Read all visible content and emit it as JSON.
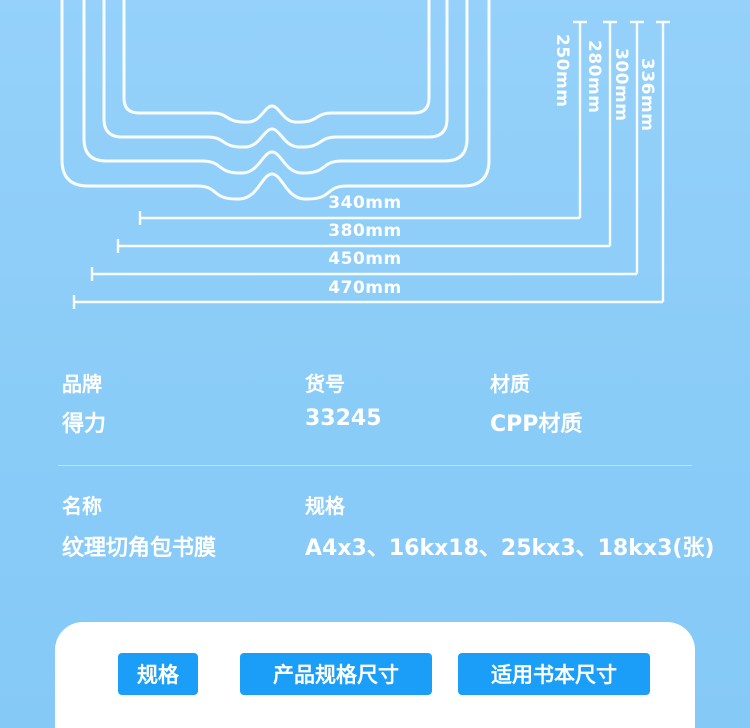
{
  "diagram": {
    "height_labels": [
      "250mm",
      "280mm",
      "300mm",
      "336mm"
    ],
    "width_labels": [
      "340mm",
      "380mm",
      "450mm",
      "470mm"
    ]
  },
  "specs": {
    "brand_label": "品牌",
    "brand_value": "得力",
    "sku_label": "货号",
    "sku_value": "33245",
    "material_label": "材质",
    "material_value": "CPP材质",
    "name_label": "名称",
    "name_value": "纹理切角包书膜",
    "spec_label": "规格",
    "spec_value": "A4x3、16kx18、25kx3、18kx3(张)"
  },
  "tabs": {
    "items": [
      "规格",
      "产品规格尺寸",
      "适用书本尺寸"
    ]
  },
  "colors": {
    "background": "#8accf8",
    "accent_button": "#1b9ef8",
    "panel": "#ffffff",
    "line": "#ffffff"
  }
}
